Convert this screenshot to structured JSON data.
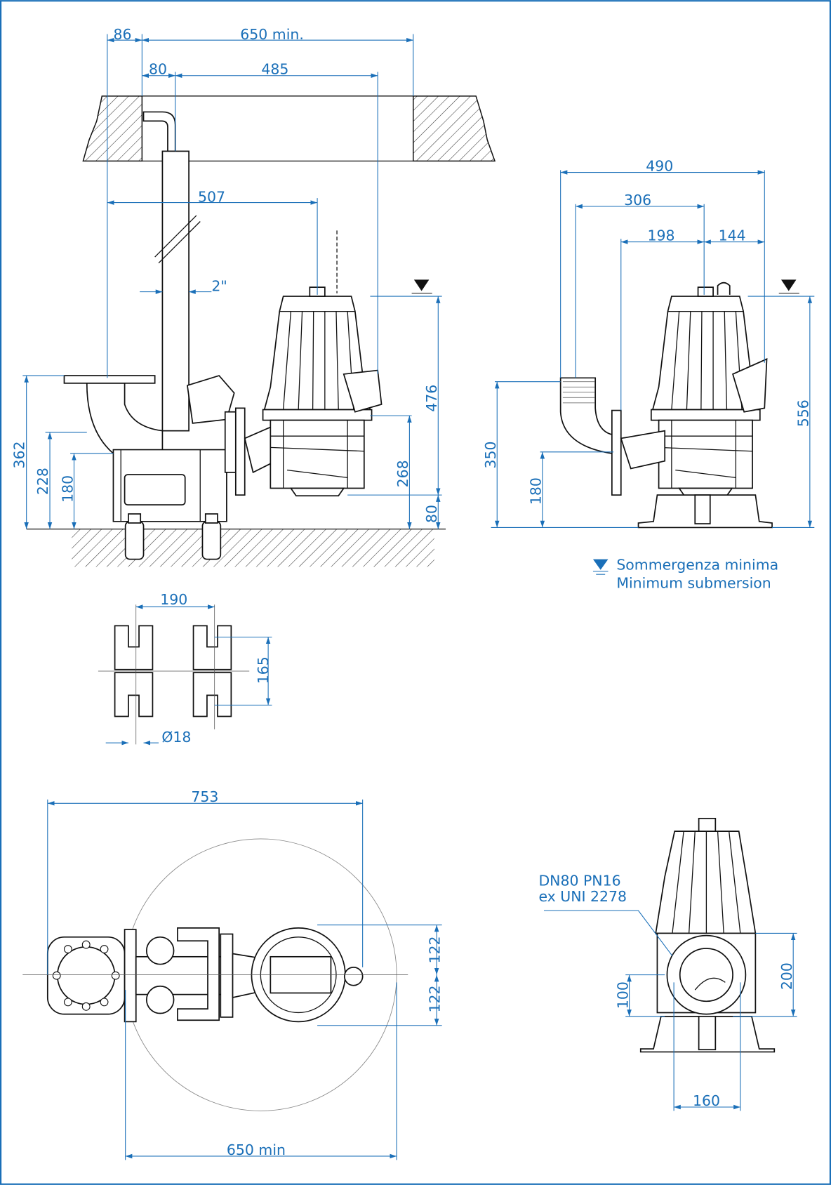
{
  "side_view": {
    "dims": [
      "86",
      "650 min.",
      "80",
      "485",
      "507",
      "2\"",
      "362",
      "228",
      "180",
      "476",
      "268",
      "80"
    ]
  },
  "front_view": {
    "dims": [
      "490",
      "306",
      "198",
      "144",
      "350",
      "180",
      "556"
    ]
  },
  "legend": {
    "line1": "Sommergenza minima",
    "line2": "Minimum submersion"
  },
  "rail_detail": {
    "dims": [
      "190",
      "165",
      "Ø18"
    ]
  },
  "plan_view": {
    "dims": [
      "753",
      "122",
      "122",
      "650 min"
    ]
  },
  "flange_view": {
    "label_line1": "DN80 PN16",
    "label_line2": "ex UNI 2278",
    "dims": [
      "200",
      "100",
      "160"
    ]
  },
  "colors": {
    "dimension": "#1a6fb8",
    "frame": "#1a6fb8"
  }
}
